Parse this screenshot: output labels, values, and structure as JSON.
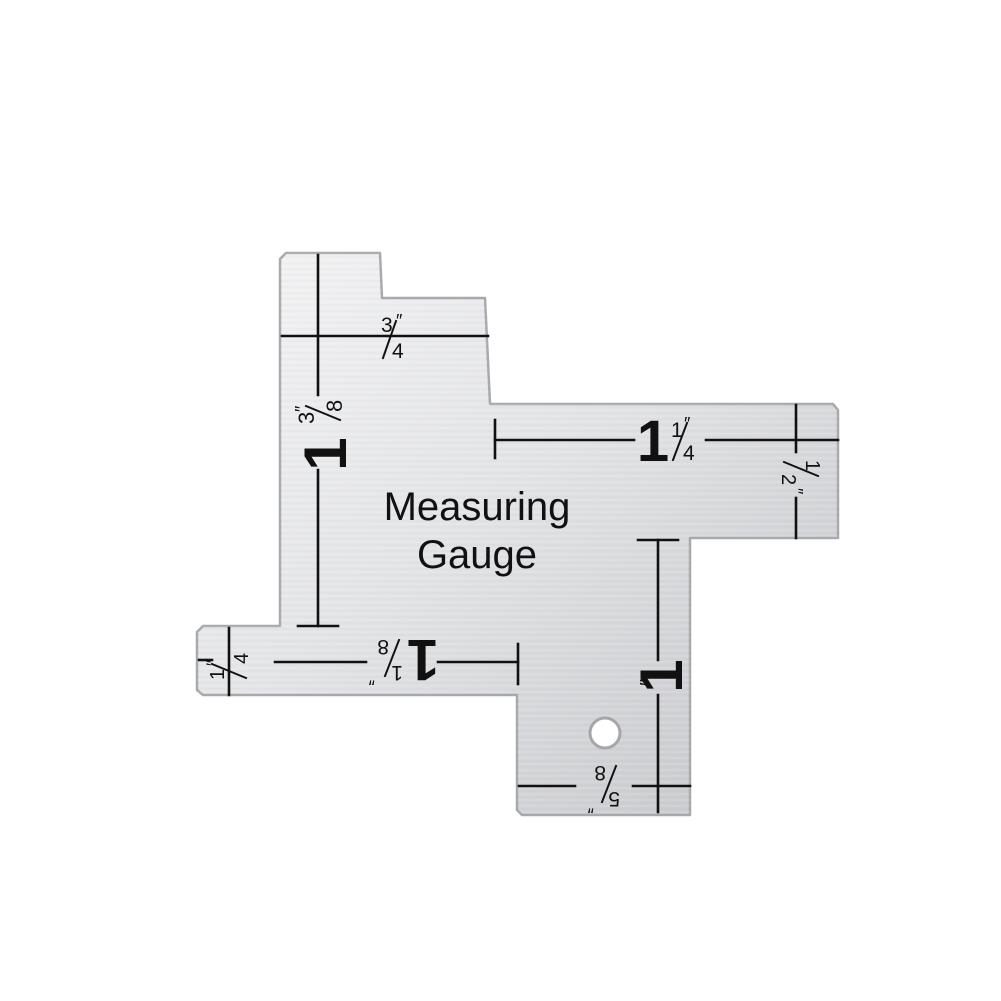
{
  "product": {
    "title_line1": "Measuring",
    "title_line2": "Gauge",
    "colors": {
      "background": "#ffffff",
      "metal_light": "#f4f4f5",
      "metal_mid": "#d9dadc",
      "metal_dark": "#bdbfc2",
      "ink": "#111111"
    }
  },
  "marks": {
    "three_quarter": {
      "num": "3",
      "den": "4",
      "unit": "″"
    },
    "one_three_eighths": {
      "whole": "1",
      "num": "3",
      "den": "8",
      "unit": "″"
    },
    "one_one_quarter": {
      "whole": "1",
      "num": "1",
      "den": "4",
      "unit": "″"
    },
    "one_half": {
      "num": "1",
      "den": "2",
      "unit": "″"
    },
    "one_quarter": {
      "num": "1",
      "den": "4",
      "unit": "″"
    },
    "one_one_eighth": {
      "whole": "1",
      "num": "1",
      "den": "8",
      "unit": "″"
    },
    "one_inch": {
      "whole": "1",
      "unit": "″"
    },
    "five_eighths": {
      "num": "5",
      "den": "8",
      "unit": "″"
    }
  }
}
